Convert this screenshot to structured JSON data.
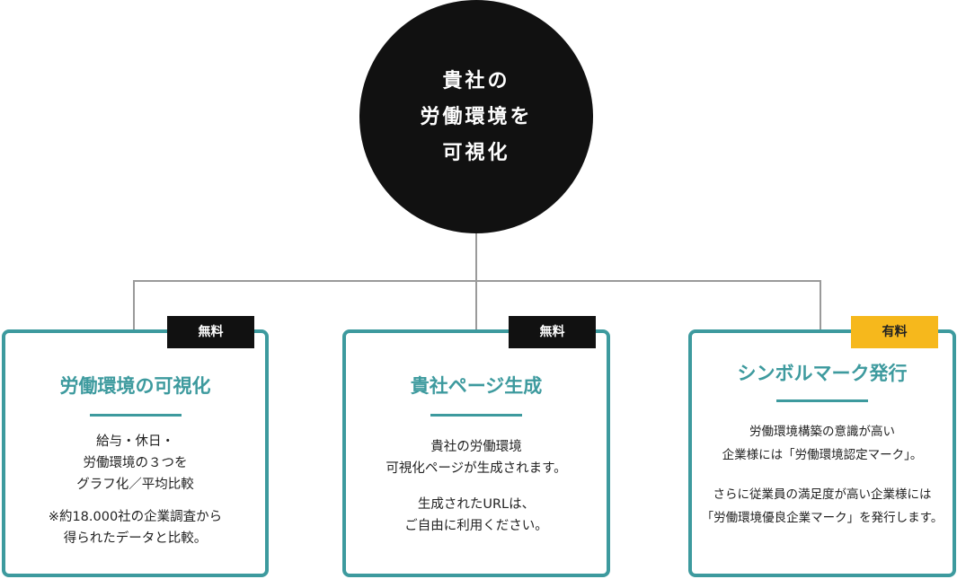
{
  "center": {
    "text": "貴社の\n労働環境を\n可視化"
  },
  "cards": [
    {
      "badge": "無料",
      "title": "労働環境の可視化",
      "paragraphs": [
        "給与・休日・\n労働環境の３つを\nグラフ化／平均比較",
        "※約18.000社の企業調査から\n得られたデータと比較。"
      ]
    },
    {
      "badge": "無料",
      "title": "貴社ページ生成",
      "paragraphs": [
        "貴社の労働環境\n可視化ページが生成されます。",
        "生成されたURLは、\nご自由に利用ください。"
      ]
    },
    {
      "badge": "有料",
      "title": "シンボルマーク発行",
      "paragraphs": [
        "労働環境構築の意識が高い\n企業様には「労働環境認定マーク」。",
        "さらに従業員の満足度が高い企業様には\n「労働環境優良企業マーク」を発行します。"
      ]
    }
  ],
  "colors": {
    "accent": "#3d9a9e",
    "free_badge": "#111111",
    "paid_badge": "#f6b81c",
    "center_circle": "#111111",
    "connector": "#9a9a9a"
  }
}
